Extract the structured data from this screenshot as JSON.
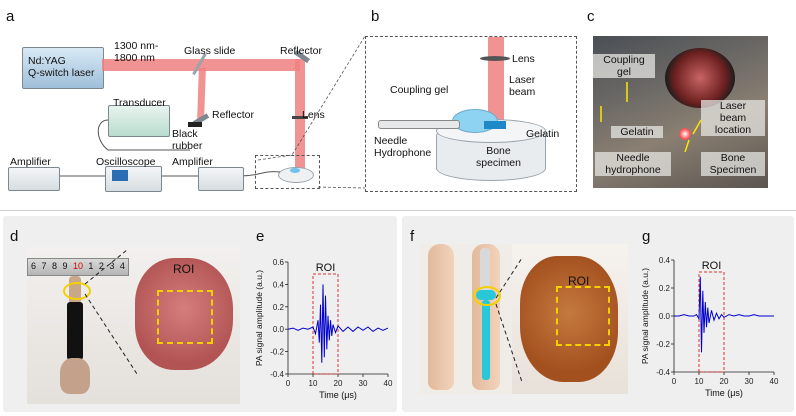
{
  "panel_labels": {
    "a": "a",
    "b": "b",
    "c": "c",
    "d": "d",
    "e": "e",
    "f": "f",
    "g": "g"
  },
  "panel_a": {
    "laser": "Nd:YAG\nQ-switch laser",
    "wavelength": "1300 nm-\n1800 nm",
    "glass_slide": "Glass slide",
    "reflector_top": "Reflector",
    "transducer": "Transducer",
    "reflector_mid": "Reflector",
    "black_rubber": "Black\nrubber",
    "lens": "Lens",
    "amplifier_left": "Amplifier",
    "oscilloscope": "Oscilloscope",
    "amplifier_right": "Amplifier"
  },
  "panel_b": {
    "lens": "Lens",
    "laser_beam": "Laser\nbeam",
    "coupling_gel": "Coupling gel",
    "gelatin": "Gelatin",
    "needle_hydrophone": "Needle\nHydrophone",
    "bone_specimen": "Bone\nspecimen"
  },
  "panel_c": {
    "coupling_gel": "Coupling\ngel",
    "laser_beam_location": "Laser\nbeam\nlocation",
    "gelatin": "Gelatin",
    "needle_hydrophone": "Needle\nhydrophone",
    "bone_specimen": "Bone\nSpecimen"
  },
  "panel_d": {
    "roi": "ROI",
    "ruler_ticks": [
      "6",
      "7",
      "8",
      "9",
      "10",
      "1",
      "2",
      "3",
      "4"
    ]
  },
  "panel_f": {
    "roi": "ROI"
  },
  "colors": {
    "beam": "#f08080",
    "signal": "#0000cc",
    "roi_box": "#e03030",
    "roi_yellow": "#f5d000",
    "bone": "#28c8d8"
  },
  "chart_data": [
    {
      "type": "line",
      "panel": "e",
      "xlabel": "Time (μs)",
      "ylabel": "PA signal amplitude (a.u.)",
      "xlim": [
        0,
        40
      ],
      "ylim": [
        -0.4,
        0.6
      ],
      "xticks": [
        "0",
        "10",
        "20",
        "30",
        "40"
      ],
      "yticks": [
        "-0.4",
        "-0.2",
        "0.0",
        "0.2",
        "0.4",
        "0.6"
      ],
      "roi_label": "ROI",
      "roi_range": [
        10,
        20
      ],
      "series": [
        {
          "x": [
            0,
            2,
            4,
            6,
            8,
            10,
            11,
            12,
            12.5,
            13,
            13.5,
            14,
            14.5,
            15,
            15.5,
            16,
            16.5,
            17,
            17.5,
            18,
            19,
            20,
            22,
            24,
            26,
            28,
            30,
            32,
            34,
            36,
            38,
            40
          ],
          "y": [
            0,
            0.01,
            -0.01,
            0.01,
            0,
            0.02,
            -0.04,
            0.08,
            -0.12,
            0.22,
            -0.3,
            0.4,
            -0.25,
            0.3,
            -0.18,
            0.12,
            -0.1,
            0.08,
            -0.06,
            0.04,
            -0.03,
            0.03,
            -0.02,
            0.02,
            -0.02,
            0.02,
            -0.01,
            0.02,
            -0.02,
            0.01,
            -0.01,
            0.01
          ]
        }
      ]
    },
    {
      "type": "line",
      "panel": "g",
      "xlabel": "Time (μs)",
      "ylabel": "PA signal amplitude (a.u.)",
      "xlim": [
        0,
        40
      ],
      "ylim": [
        -0.4,
        0.4
      ],
      "xticks": [
        "0",
        "10",
        "20",
        "30",
        "40"
      ],
      "yticks": [
        "-0.4",
        "-0.2",
        "0.0",
        "0.2",
        "0.4"
      ],
      "roi_label": "ROI",
      "roi_range": [
        10,
        20
      ],
      "series": [
        {
          "x": [
            0,
            2,
            4,
            6,
            8,
            9,
            10,
            10.5,
            11,
            11.5,
            12,
            12.5,
            13,
            13.5,
            14,
            15,
            16,
            17,
            18,
            19,
            20,
            22,
            24,
            26,
            28,
            30,
            32,
            34,
            36,
            38,
            40
          ],
          "y": [
            0,
            0,
            0.01,
            0,
            0,
            0.01,
            -0.02,
            0.28,
            -0.26,
            0.18,
            -0.12,
            0.1,
            -0.08,
            0.06,
            -0.05,
            0.04,
            -0.03,
            0.02,
            -0.02,
            0.01,
            -0.01,
            0.01,
            0,
            0.01,
            0,
            0,
            0.01,
            0,
            0,
            0,
            0
          ]
        }
      ]
    }
  ]
}
